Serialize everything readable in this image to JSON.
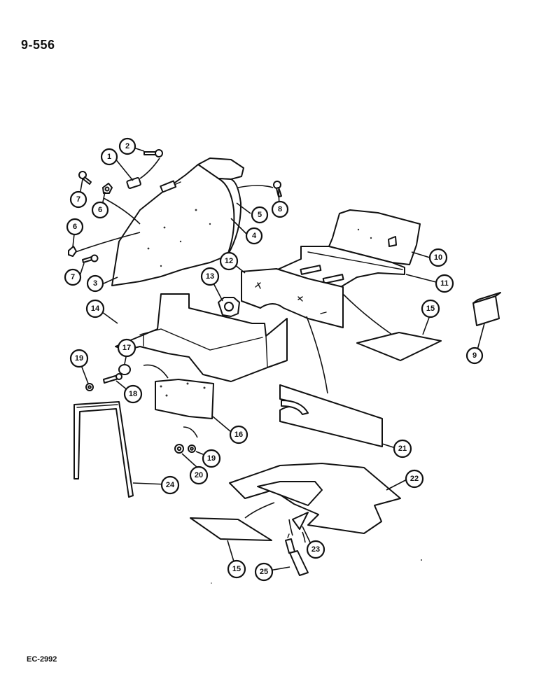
{
  "header": {
    "page_number": "9-556"
  },
  "footer": {
    "code": "EC-2992"
  },
  "callouts": [
    {
      "id": "c1",
      "label": "1"
    },
    {
      "id": "c2",
      "label": "2"
    },
    {
      "id": "c3",
      "label": "3"
    },
    {
      "id": "c4",
      "label": "4"
    },
    {
      "id": "c5",
      "label": "5"
    },
    {
      "id": "c6a",
      "label": "6"
    },
    {
      "id": "c6b",
      "label": "6"
    },
    {
      "id": "c7a",
      "label": "7"
    },
    {
      "id": "c7b",
      "label": "7"
    },
    {
      "id": "c8",
      "label": "8"
    },
    {
      "id": "c9",
      "label": "9"
    },
    {
      "id": "c10",
      "label": "10"
    },
    {
      "id": "c11",
      "label": "11"
    },
    {
      "id": "c12",
      "label": "12"
    },
    {
      "id": "c13",
      "label": "13"
    },
    {
      "id": "c14",
      "label": "14"
    },
    {
      "id": "c15a",
      "label": "15"
    },
    {
      "id": "c15b",
      "label": "15"
    },
    {
      "id": "c16",
      "label": "16"
    },
    {
      "id": "c17",
      "label": "17"
    },
    {
      "id": "c18",
      "label": "18"
    },
    {
      "id": "c19a",
      "label": "19"
    },
    {
      "id": "c19b",
      "label": "19"
    },
    {
      "id": "c20",
      "label": "20"
    },
    {
      "id": "c21",
      "label": "21"
    },
    {
      "id": "c22",
      "label": "22"
    },
    {
      "id": "c23",
      "label": "23"
    },
    {
      "id": "c24",
      "label": "24"
    },
    {
      "id": "c25",
      "label": "25"
    }
  ]
}
